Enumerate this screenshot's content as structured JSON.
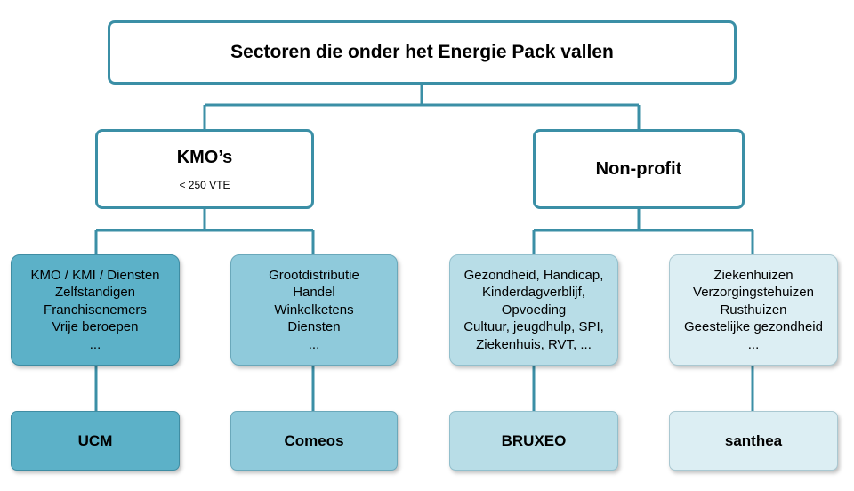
{
  "title": "Sectoren die onder het Energie Pack vallen",
  "categories": [
    {
      "label": "KMO’s",
      "sub": "< 250 VTE"
    },
    {
      "label": "Non-profit",
      "sub": ""
    }
  ],
  "sectors": [
    {
      "lines": [
        "KMO / KMI / Diensten",
        "Zelfstandigen",
        "Franchisenemers",
        "Vrije beroepen",
        "..."
      ]
    },
    {
      "lines": [
        "Grootdistributie",
        "Handel",
        "Winkelketens",
        "Diensten",
        "..."
      ]
    },
    {
      "lines": [
        "Gezondheid, Handicap,",
        "Kinderdagverblijf,",
        "Opvoeding",
        "Cultuur, jeugdhulp, SPI,",
        "Ziekenhuis, RVT, ..."
      ]
    },
    {
      "lines": [
        "Ziekenhuizen",
        "Verzorgingstehuizen",
        "Rusthuizen",
        "Geestelijke gezondheid",
        "..."
      ]
    }
  ],
  "organisations": [
    "UCM",
    "Comeos",
    "BRUXEO",
    "santhea"
  ],
  "colors": {
    "connector": "#3b8fa6",
    "box_border": "#3b8fa6",
    "level_fills": [
      "#5cb1c8",
      "#8fcadb",
      "#b8dde7",
      "#dceef3"
    ],
    "level_borders": [
      "#3f8da3",
      "#6aa8ba",
      "#92bfcc",
      "#aac8d1"
    ]
  }
}
